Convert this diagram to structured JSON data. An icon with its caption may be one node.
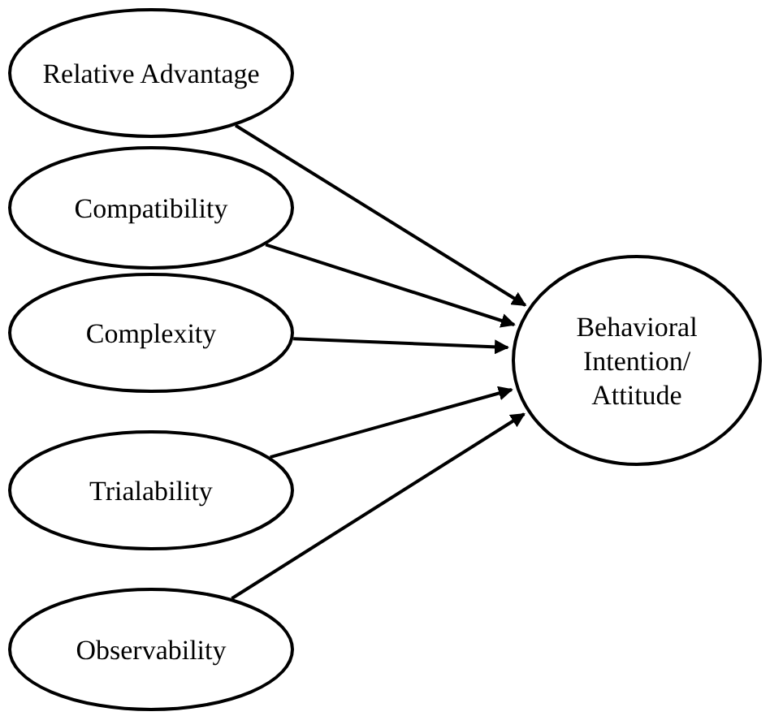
{
  "diagram": {
    "nodes": [
      {
        "text": [
          "Relative Advantage"
        ]
      },
      {
        "text": [
          "Compatibility"
        ]
      },
      {
        "text": [
          "Complexity"
        ]
      },
      {
        "text": [
          "Trialability"
        ]
      },
      {
        "text": [
          "Observability"
        ]
      },
      {
        "text": [
          "Behavioral Intention/ Attitude"
        ]
      }
    ],
    "edges": [
      {
        "from": 0,
        "to": 5,
        "arrow": "to"
      },
      {
        "from": 1,
        "to": 5,
        "arrow": "to"
      },
      {
        "from": 2,
        "to": 5,
        "arrow": "to"
      },
      {
        "from": 3,
        "to": 5,
        "arrow": "to"
      },
      {
        "from": 4,
        "to": 5,
        "arrow": "to"
      }
    ]
  }
}
